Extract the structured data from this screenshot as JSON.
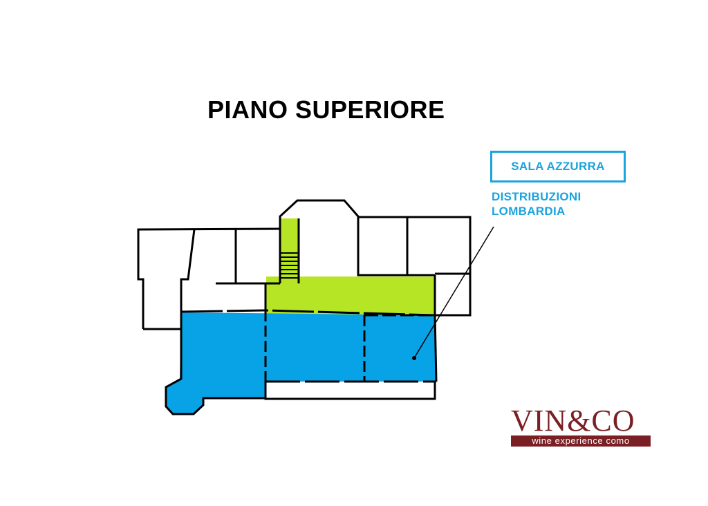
{
  "title": "PIANO SUPERIORE",
  "room": {
    "name": "SALA AZZURRA",
    "color": "#1aa3dd"
  },
  "exhibitor": {
    "line1": "DISTRIBUZIONI",
    "line2": "LOMBARDIA"
  },
  "plan": {
    "blue_area_color": "#07a3e6",
    "green_area_color": "#b6e526",
    "wall_color": "#000000"
  },
  "logo": {
    "mark": "VIN&CO",
    "tagline": "wine experience como",
    "color": "#7a1f24"
  }
}
